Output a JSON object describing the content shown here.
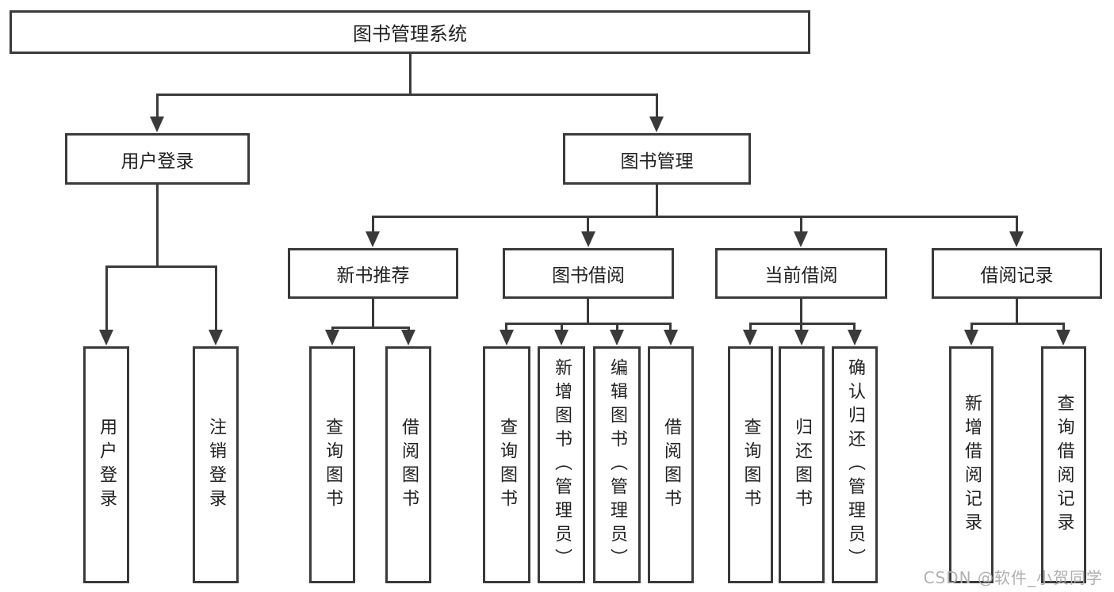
{
  "colors": {
    "line": "#3a3a3a",
    "text": "#212121",
    "watermark": "#b0b0b0",
    "background": "#ffffff"
  },
  "watermark": "CSDN @软件_小贺同学",
  "tree": {
    "label": "图书管理系统",
    "children": [
      {
        "label": "用户登录",
        "children": [
          {
            "label": "用户登录"
          },
          {
            "label": "注销登录"
          }
        ]
      },
      {
        "label": "图书管理",
        "children": [
          {
            "label": "新书推荐",
            "children": [
              {
                "label": "查询图书"
              },
              {
                "label": "借阅图书"
              }
            ]
          },
          {
            "label": "图书借阅",
            "children": [
              {
                "label": "查询图书"
              },
              {
                "label": "新增图书（管理员）"
              },
              {
                "label": "编辑图书（管理员）"
              },
              {
                "label": "借阅图书"
              }
            ]
          },
          {
            "label": "当前借阅",
            "children": [
              {
                "label": "查询图书"
              },
              {
                "label": "归还图书"
              },
              {
                "label": "确认归还（管理员）"
              }
            ]
          },
          {
            "label": "借阅记录",
            "children": [
              {
                "label": "新增借阅记录"
              },
              {
                "label": "查询借阅记录"
              }
            ]
          }
        ]
      }
    ]
  }
}
